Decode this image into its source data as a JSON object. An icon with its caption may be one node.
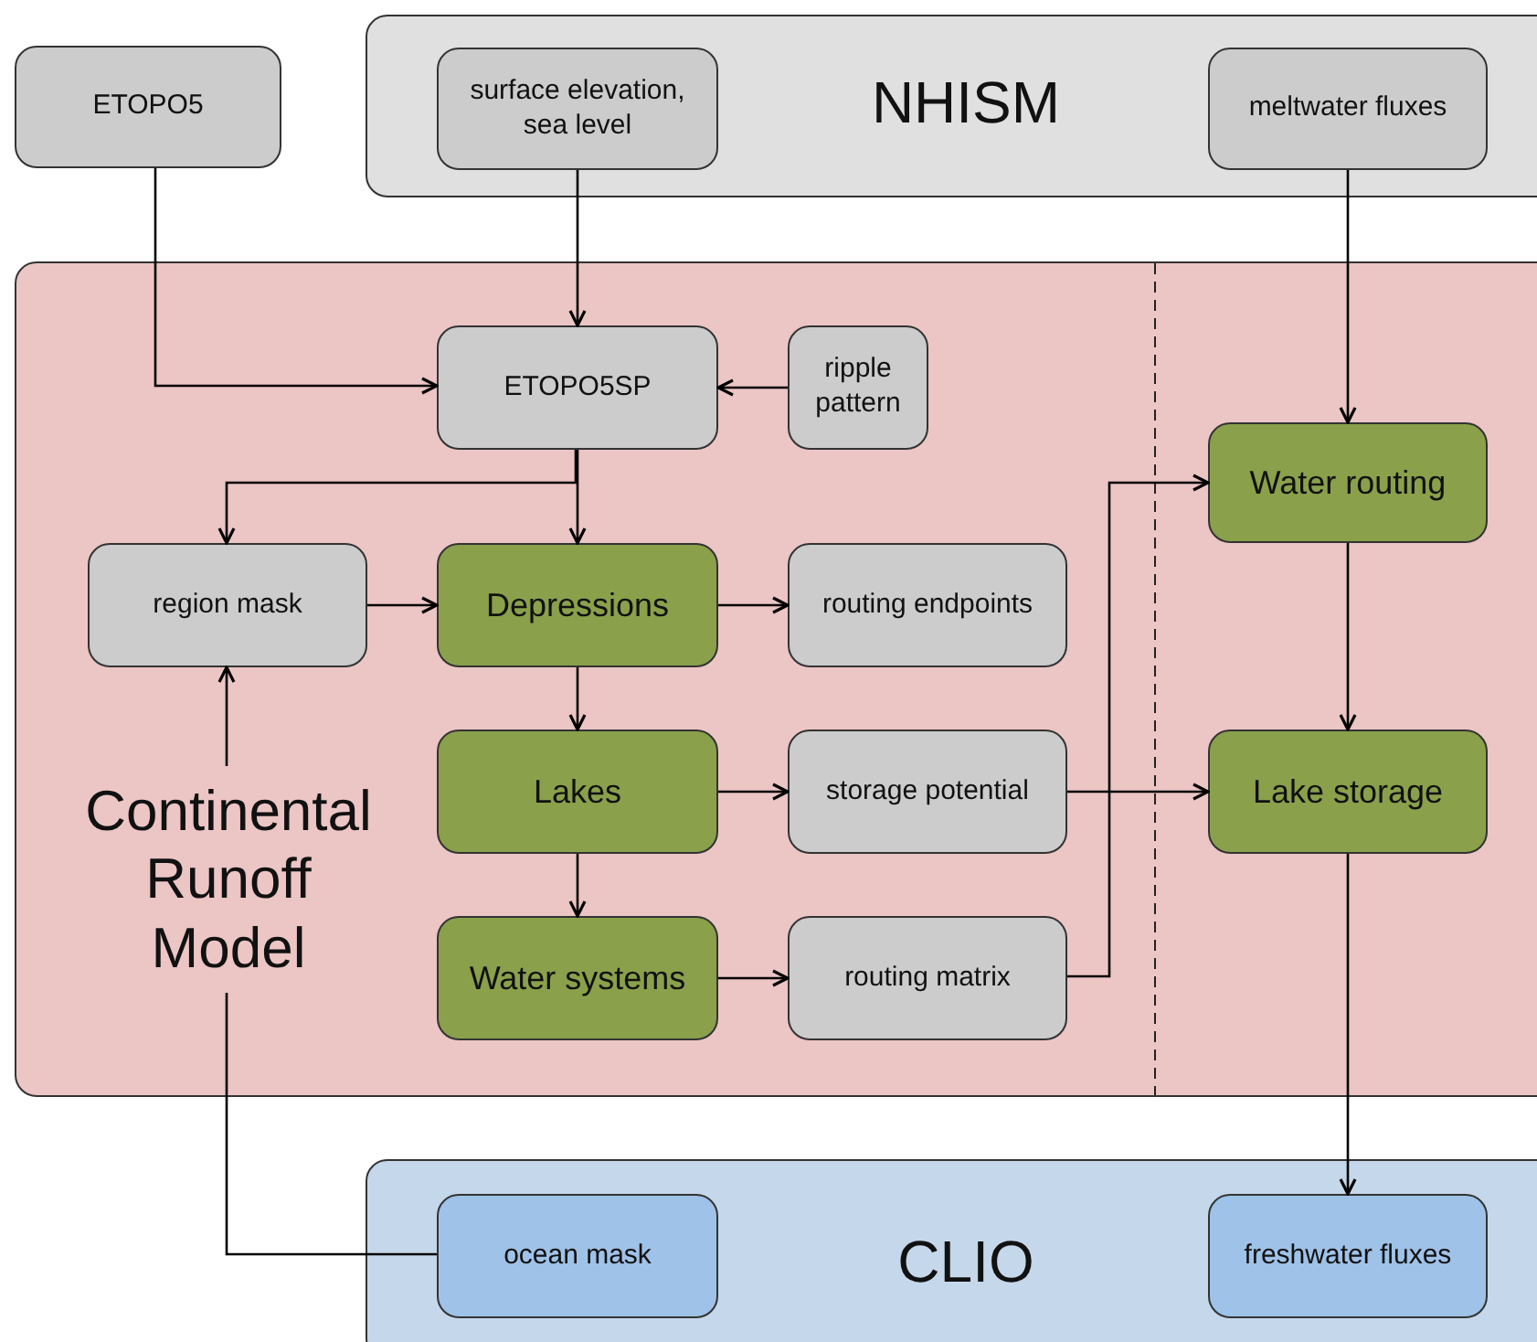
{
  "diagram": {
    "nodes": [
      {
        "text": [
          "ETOPO5"
        ]
      },
      {
        "text": [
          "NHISM"
        ]
      },
      {
        "text": [
          "surface elevation, sea level"
        ],
        "in": 1
      },
      {
        "text": [
          "meltwater fluxes"
        ],
        "in": 1
      },
      {
        "text": [],
        "shape": "box"
      },
      {
        "text": [
          "ETOPO5SP"
        ],
        "in": 4
      },
      {
        "text": [
          "ripple pattern"
        ],
        "in": 4
      },
      {
        "text": [
          "region mask"
        ],
        "in": 4
      },
      {
        "text": [
          "Depressions"
        ],
        "in": 4
      },
      {
        "text": [
          "routing endpoints"
        ],
        "in": 4
      },
      {
        "text": [
          "Lakes"
        ],
        "in": 4
      },
      {
        "text": [
          "storage potential"
        ],
        "in": 4
      },
      {
        "text": [
          "Water systems"
        ],
        "in": 4
      },
      {
        "text": [
          "routing matrix"
        ],
        "in": 4
      },
      {
        "text": [
          "Water routing"
        ],
        "in": 4
      },
      {
        "text": [
          "Lake storage"
        ],
        "in": 4
      },
      {
        "text": [
          "CLIO"
        ]
      },
      {
        "text": [
          "ocean mask"
        ],
        "in": 16
      },
      {
        "text": [
          "freshwater fluxes"
        ],
        "in": 16
      },
      {
        "text": [
          "Continental Runoff Model"
        ],
        "in": 4
      }
    ],
    "edges": [
      {
        "from": 0,
        "to": 5,
        "arrow": "to"
      },
      {
        "from": 2,
        "to": 5,
        "arrow": "to"
      },
      {
        "from": 6,
        "to": 5,
        "arrow": "to"
      },
      {
        "from": 5,
        "to": 7,
        "arrow": "to"
      },
      {
        "from": 5,
        "to": 8,
        "arrow": "to"
      },
      {
        "from": 7,
        "to": 8,
        "arrow": "to"
      },
      {
        "from": 19,
        "to": 7,
        "arrow": "to"
      },
      {
        "from": 8,
        "to": 9,
        "arrow": "to"
      },
      {
        "from": 8,
        "to": 10,
        "arrow": "to"
      },
      {
        "from": 10,
        "to": 11,
        "arrow": "to"
      },
      {
        "from": 10,
        "to": 12,
        "arrow": "to"
      },
      {
        "from": 12,
        "to": 13,
        "arrow": "to"
      },
      {
        "from": 13,
        "to": 14,
        "arrow": "to"
      },
      {
        "from": 11,
        "to": 15,
        "arrow": "to"
      },
      {
        "from": 3,
        "to": 14,
        "arrow": "to"
      },
      {
        "from": 14,
        "to": 15,
        "arrow": "to"
      },
      {
        "from": 15,
        "to": 18,
        "arrow": "to"
      },
      {
        "from": 17,
        "to": 19,
        "arrow": "none"
      }
    ]
  }
}
